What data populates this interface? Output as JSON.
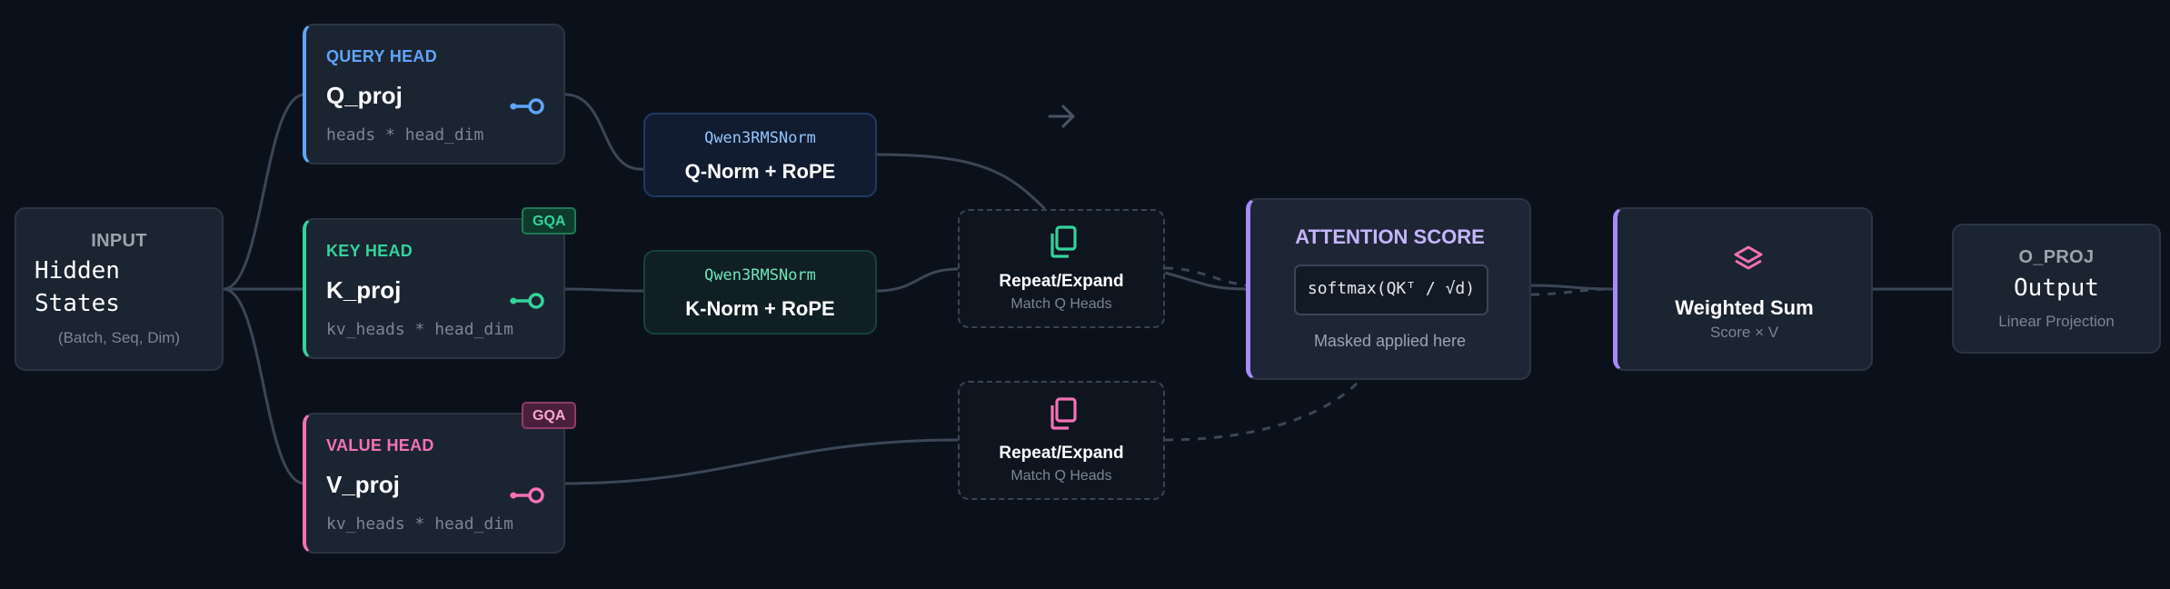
{
  "input": {
    "eyebrow": "INPUT",
    "title_line1": "Hidden",
    "title_line2": "States",
    "sub": "(Batch, Seq, Dim)"
  },
  "query_head": {
    "eyebrow": "QUERY HEAD",
    "title": "Q_proj",
    "sub": "heads * head_dim"
  },
  "key_head": {
    "eyebrow": "KEY HEAD",
    "title": "K_proj",
    "sub": "kv_heads * head_dim",
    "badge": "GQA"
  },
  "value_head": {
    "eyebrow": "VALUE HEAD",
    "title": "V_proj",
    "sub": "kv_heads * head_dim",
    "badge": "GQA"
  },
  "q_norm": {
    "module": "Qwen3RMSNorm",
    "title": "Q-Norm + RoPE"
  },
  "k_norm": {
    "module": "Qwen3RMSNorm",
    "title": "K-Norm + RoPE"
  },
  "repeat_k": {
    "title": "Repeat/Expand",
    "sub": "Match Q Heads",
    "icon": "copy-icon"
  },
  "repeat_v": {
    "title": "Repeat/Expand",
    "sub": "Match Q Heads",
    "icon": "copy-icon"
  },
  "attention": {
    "title": "ATTENTION SCORE",
    "formula": "softmax(QKᵀ / √d)",
    "note": "Masked applied here"
  },
  "weighted_sum": {
    "title": "Weighted Sum",
    "sub": "Score × V",
    "icon": "layers-icon"
  },
  "output": {
    "eyebrow": "O_PROJ",
    "title": "Output",
    "sub": "Linear Projection"
  },
  "colors": {
    "query": "#60a5fa",
    "key": "#34d399",
    "value": "#f472b6",
    "attention": "#a78bfa",
    "background": "#0b111b",
    "edge": "#3b4757"
  }
}
